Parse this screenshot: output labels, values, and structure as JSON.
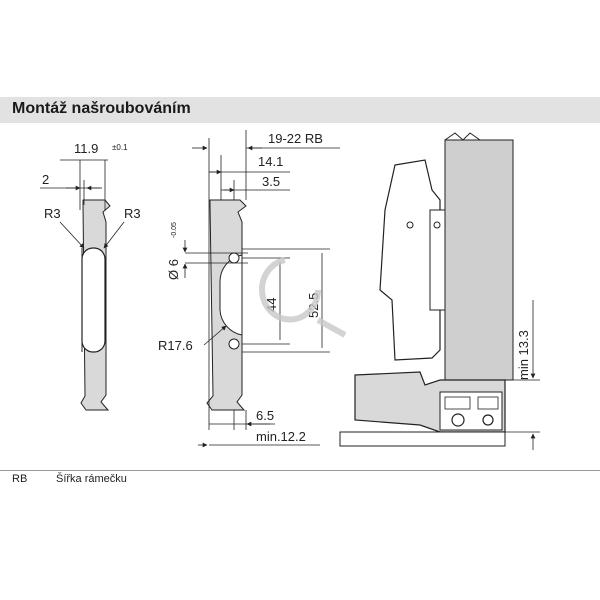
{
  "title": "Montáž našroubováním",
  "dimensions": {
    "width_top": "11.9",
    "width_tol": "±0.1",
    "offset": "2",
    "r_left": "R3",
    "r_right": "R3",
    "rb": "19-22 RB",
    "d141": "14.1",
    "d35": "3.5",
    "hole": "Ø 6",
    "hole_tol": "-0.05",
    "d44": "44",
    "d525": "52.5",
    "r176": "R17.6",
    "d65": "6.5",
    "min122": "min.12.2",
    "min133": "min 13.3"
  },
  "legend": {
    "key": "RB",
    "text": "Šířka rámečku"
  },
  "colors": {
    "title_bar": "#e2e2e2",
    "part_fill": "#d9d9d9",
    "frame_fill": "#cfcfcf",
    "watermark": "#c9c9c9"
  }
}
